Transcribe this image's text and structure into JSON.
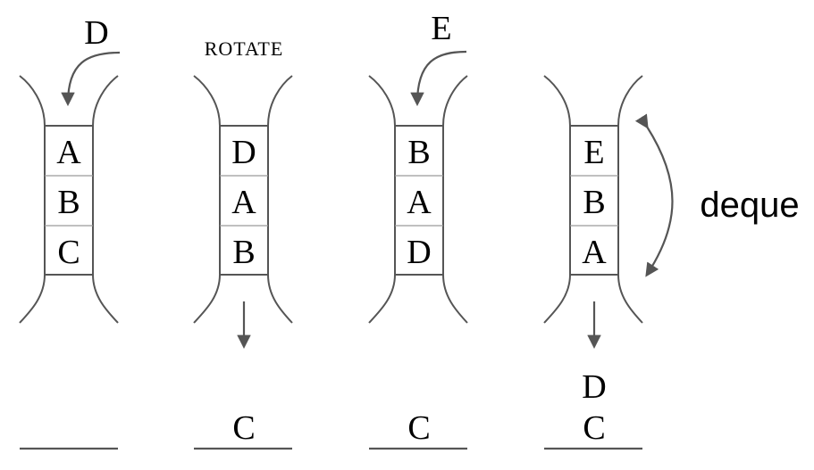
{
  "stages": [
    {
      "incoming_label": "D",
      "top_label": "",
      "cells": [
        "A",
        "B",
        "C"
      ],
      "outputs": []
    },
    {
      "incoming_label": "",
      "top_label": "ROTATE",
      "cells": [
        "D",
        "A",
        "B"
      ],
      "outputs": [
        "C"
      ]
    },
    {
      "incoming_label": "E",
      "top_label": "",
      "cells": [
        "B",
        "A",
        "D"
      ],
      "outputs": [
        "C"
      ]
    },
    {
      "incoming_label": "",
      "top_label": "",
      "cells": [
        "E",
        "B",
        "A"
      ],
      "outputs": [
        "D",
        "C"
      ]
    }
  ],
  "side_label": "deque"
}
